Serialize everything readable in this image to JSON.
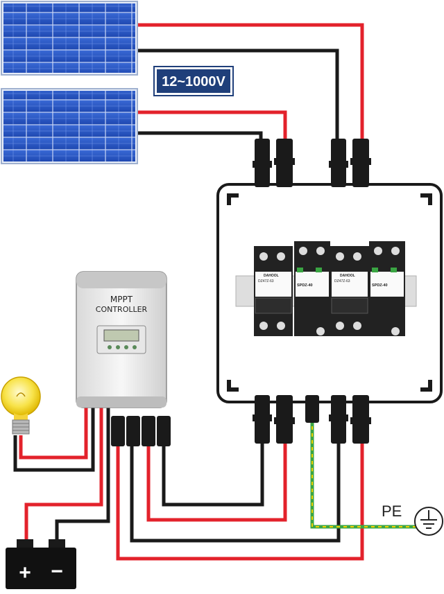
{
  "voltage_badge": {
    "text": "12~1000V",
    "bg": "#1f3f7a",
    "fg": "#ffffff"
  },
  "controller": {
    "line1": "MPPT",
    "line2": "CONTROLLER"
  },
  "spd_modules": [
    {
      "brand": "DAHOOL",
      "breaker_model": "DZ47Z-63",
      "spd_model": "SPDZ-40"
    },
    {
      "brand": "DAHOOL",
      "breaker_model": "DZ47Z-63",
      "spd_model": "SPDZ-40"
    }
  ],
  "pe_label": "PE",
  "battery": {
    "positive": "+",
    "negative": "−"
  },
  "wire_colors": {
    "positive": "#e3222b",
    "negative": "#1a1a1a",
    "ground_green": "#3aa543",
    "ground_yellow": "#f2d200"
  },
  "icons": [
    "solar-panel-icon",
    "light-bulb-icon",
    "battery-icon",
    "ground-symbol-icon",
    "mc4-connector-icon"
  ]
}
